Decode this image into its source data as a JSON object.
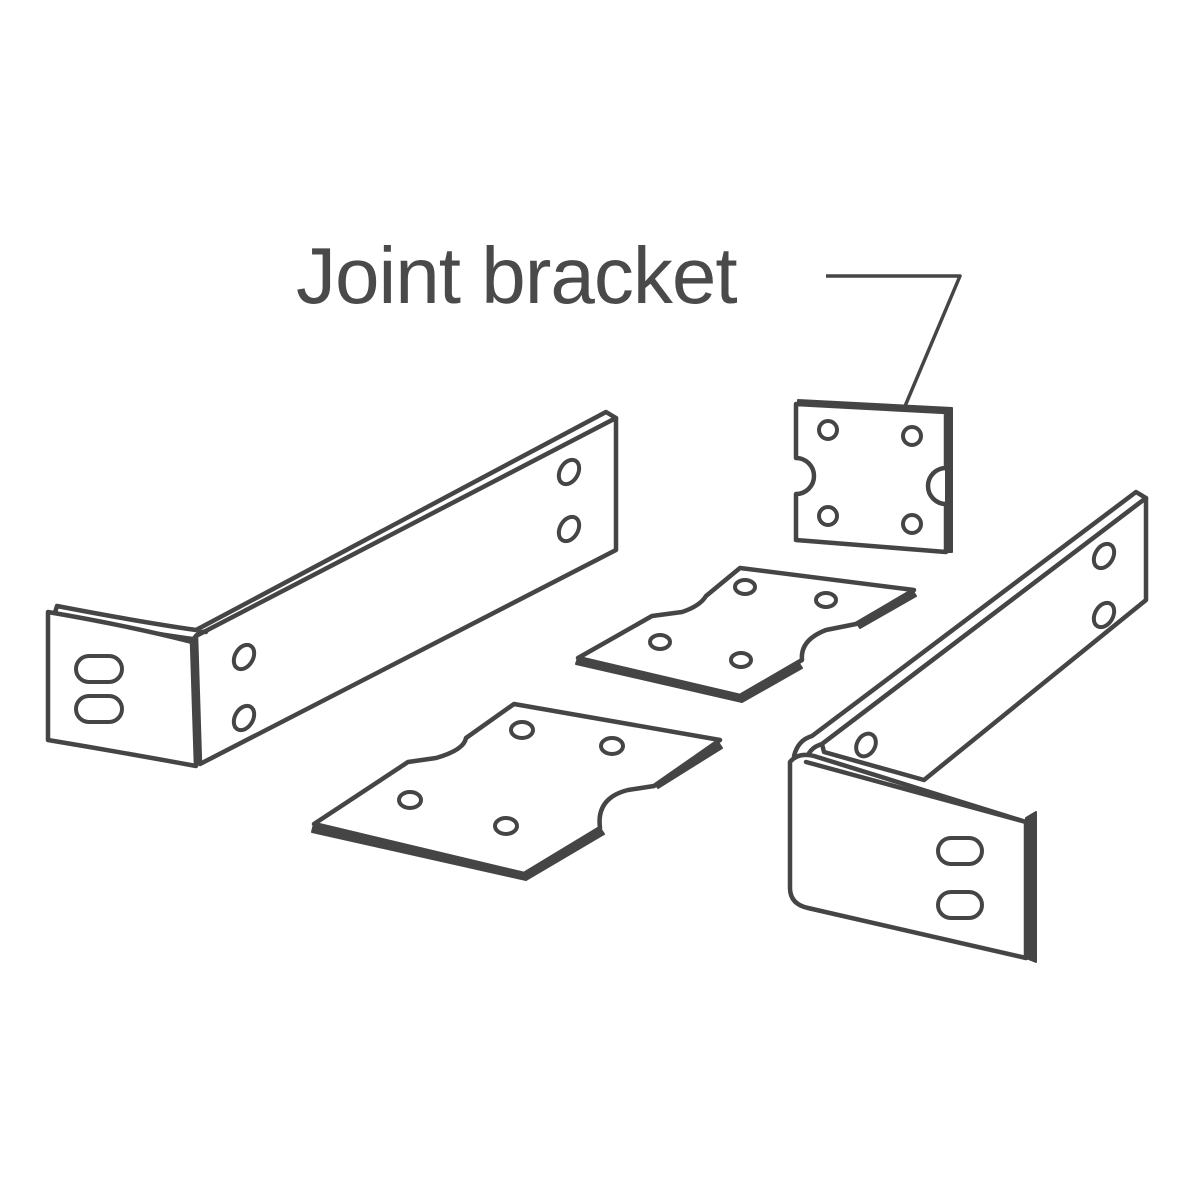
{
  "callout": {
    "label": "Joint bracket"
  },
  "parts": [
    {
      "name": "left-rack-ear"
    },
    {
      "name": "right-rack-ear"
    },
    {
      "name": "joint-bracket-upright"
    },
    {
      "name": "joint-bracket-flat-upper"
    },
    {
      "name": "joint-bracket-flat-lower"
    }
  ],
  "colors": {
    "line": "#454545",
    "text": "#4a4a4a",
    "background": "#ffffff"
  }
}
